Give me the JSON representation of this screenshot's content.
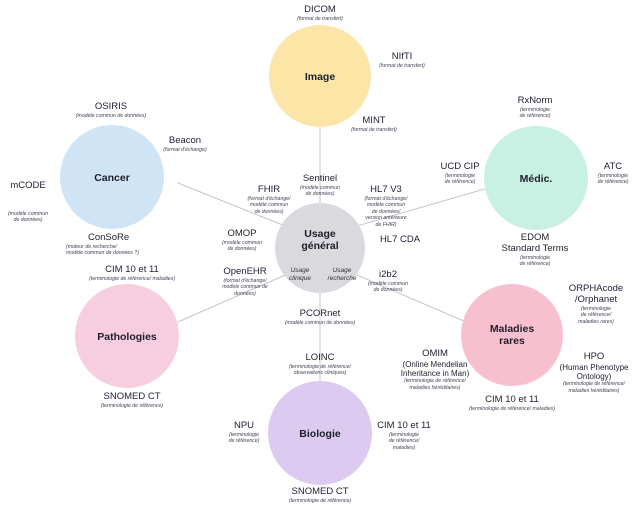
{
  "colors": {
    "image": "#fbe6a8",
    "medic": "#c8f1e4",
    "rares": "#f8bfcf",
    "biologie": "#dccaf0",
    "pathologies": "#f7cde0",
    "cancer": "#cfe4f5",
    "center": "#d9d9de",
    "lines": "#c4c4cc"
  },
  "center": {
    "title_line1": "Usage",
    "title_line2": "général",
    "left": "Usage\nclinique",
    "right": "Usage\nrecherche"
  },
  "hubs": {
    "image": "Image",
    "cancer": "Cancer",
    "medic": "Médic.",
    "pathologies": "Pathologies",
    "rares_line1": "Maladies",
    "rares_line2": "rares",
    "biologie": "Biologie"
  },
  "labels": {
    "dicom": {
      "name": "DICOM",
      "sub": "(format de transfert)"
    },
    "nifti": {
      "name": "NIfTI",
      "sub": "(format de transfert)"
    },
    "mint": {
      "name": "MINT",
      "sub": "(format de transfert)"
    },
    "osiris": {
      "name": "OSIRIS",
      "sub": "(modèle commun de données)"
    },
    "beacon": {
      "name": "Beacon",
      "sub": "(format d'échange)"
    },
    "mcode": {
      "name": "mCODE",
      "sub": "(modèle commun\nde données)"
    },
    "consore": {
      "name": "ConSoRe",
      "sub": "(moteur de recherche/\nmodèle commun de données ?)"
    },
    "rxnorm": {
      "name": "RxNorm",
      "sub": "(terminologie\nde référence)"
    },
    "ucdcip": {
      "name": "UCD CIP",
      "sub": "(terminologie\nde référence)"
    },
    "atc": {
      "name": "ATC",
      "sub": "(terminologie\nde référence)"
    },
    "edom": {
      "name": "EDOM\nStandard Terms",
      "sub": "(terminologie\nde référence)"
    },
    "sentinel": {
      "name": "Sentinel",
      "sub": "(modèle commun\nde données)"
    },
    "fhir": {
      "name": "FHIR",
      "sub": "(format d'échange/\nmodèle commun\nde données)"
    },
    "hl7v3": {
      "name": "HL7 V3",
      "sub": "(format d'échange/\nmodèle commun\nde données/\nversion antérieure\nde FHIR)"
    },
    "omop": {
      "name": "OMOP",
      "sub": "(modèle commun\nde données)"
    },
    "hl7cda": {
      "name": "HL7 CDA",
      "sub": ""
    },
    "openehr": {
      "name": "OpenEHR",
      "sub": "(format d'échange/\nmodèle commun de\ndonnées)"
    },
    "i2b2": {
      "name": "i2b2",
      "sub": "(modèle commun\nde données)"
    },
    "pcornet": {
      "name": "PCORnet",
      "sub": "(modèle commun de données)"
    },
    "cim_patho": {
      "name": "CIM 10 et 11",
      "sub": "(terminologie de référence/ maladies)"
    },
    "snomed_patho": {
      "name": "SNOMED CT",
      "sub": "(terminologie de référence)"
    },
    "orpha": {
      "name": "ORPHAcode\n/Orphanet",
      "sub": "(terminologie\nde référence/\nmaladies rares)"
    },
    "omim": {
      "name": "OMIM",
      "sub": ""
    },
    "omim_desc": {
      "name": "(Online Mendelian\nInheritance in Man)",
      "sub": "(terminologie de référence/\nmaladies héréditaires)"
    },
    "hpo": {
      "name": "HPO",
      "sub": ""
    },
    "hpo_desc": {
      "name": "(Human Phenotype\nOntology)",
      "sub": "(terminologie de référence/\nmaladies héréditaires)"
    },
    "cim_rares": {
      "name": "CIM 10 et 11",
      "sub": "(terminologie de référence/ maladies)"
    },
    "loinc": {
      "name": "LOINC",
      "sub": "(terminologie de référence/\nobservations cliniques)"
    },
    "npu": {
      "name": "NPU",
      "sub": "(terminologie\nde référence)"
    },
    "cim_bio": {
      "name": "CIM 10 et 11",
      "sub": "(terminologie\nde référence/\nmaladies)"
    },
    "snomed_bio": {
      "name": "SNOMED CT",
      "sub": "(terminologie de référence)"
    }
  }
}
